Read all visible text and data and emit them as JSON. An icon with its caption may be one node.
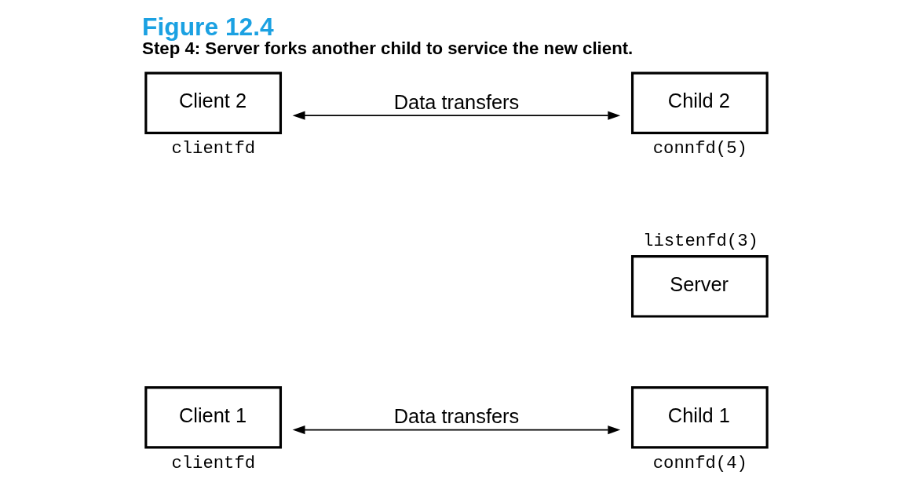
{
  "diagram": {
    "title": "Figure 12.4",
    "caption": "Step 4: Server forks another child to service the new client.",
    "nodes": [
      {
        "text": [
          "Child 1"
        ],
        "beside": [
          "connfd(4)"
        ]
      },
      {
        "text": [
          "Client 1"
        ],
        "beside": [
          "clientfd"
        ]
      },
      {
        "text": [
          "Server"
        ],
        "beside": [
          "listenfd(3)"
        ]
      },
      {
        "text": [
          "Client 2"
        ],
        "beside": [
          "clientfd"
        ]
      },
      {
        "text": [
          "Child 2"
        ],
        "beside": [
          "connfd(5)"
        ]
      }
    ],
    "edges": [
      {
        "from": 1,
        "to": 0,
        "arrow": "both",
        "label": "Data transfers"
      },
      {
        "from": 3,
        "to": 4,
        "arrow": "both",
        "label": "Data transfers"
      }
    ]
  }
}
